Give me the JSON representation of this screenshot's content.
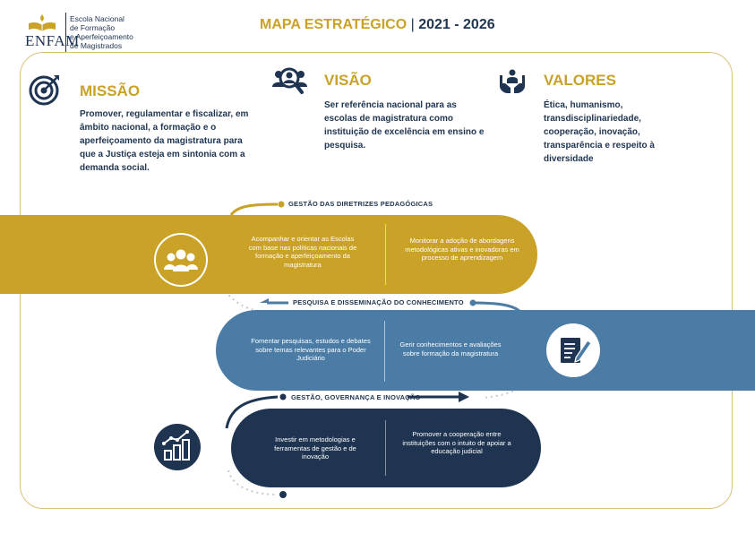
{
  "logo": {
    "brand": "ENFAM",
    "line1": "Escola Nacional",
    "line2": "de Formação",
    "line3": "e Aperfeiçoamento",
    "line4": "de Magistrados"
  },
  "header": {
    "title": "MAPA ESTRATÉGICO",
    "separator": "|",
    "years": "2021 - 2026"
  },
  "missao": {
    "heading": "MISSÃO",
    "text": "Promover, regulamentar e fiscalizar, em âmbito nacional, a formação e o aperfeiçoamento da magistratura para que a Justiça esteja em sintonia com a demanda social."
  },
  "visao": {
    "heading": "VISÃO",
    "text": "Ser referência nacional para as escolas de magistratura como instituição de excelência em ensino e pesquisa."
  },
  "valores": {
    "heading": "VALORES",
    "text": "Ética, humanismo, transdisciplinariedade, cooperação, inovação, transparência e respeito à diversidade"
  },
  "band1": {
    "label": "GESTÃO DAS DIRETRIZES PEDAGÓGICAS",
    "left": "Acompanhar e orientar as Escolas com base nas políticas nacionais de formação e aperfeiçoamento da magistratura",
    "right": "Monitorar a adoção de abordagens metodológicas ativas e inovadoras em processo de aprendizagem"
  },
  "band2": {
    "label": "PESQUISA E DISSEMINAÇÃO DO CONHECIMENTO",
    "left": "Fomentar pesquisas, estudos e debates sobre temas  relevantes para o Poder Judiciário",
    "right": "Gerir conhecimentos e avaliações sobre formação da magistratura"
  },
  "band3": {
    "label": "GESTÃO, GOVERNANÇA E INOVAÇÃO",
    "left": "Investir em metodologias e ferramentas de gestão e de inovação",
    "right": "Promover a cooperação entre instituições com o intuito de apoiar a educação judicial"
  },
  "colors": {
    "gold": "#c9a227",
    "blue": "#4a7ca6",
    "navy": "#1e3450"
  },
  "icons": {
    "missao": "target-icon",
    "visao": "team-search-icon",
    "valores": "hands-heart-icon",
    "band1": "people-group-icon",
    "band2": "document-pen-icon",
    "band3": "growth-chart-icon"
  }
}
